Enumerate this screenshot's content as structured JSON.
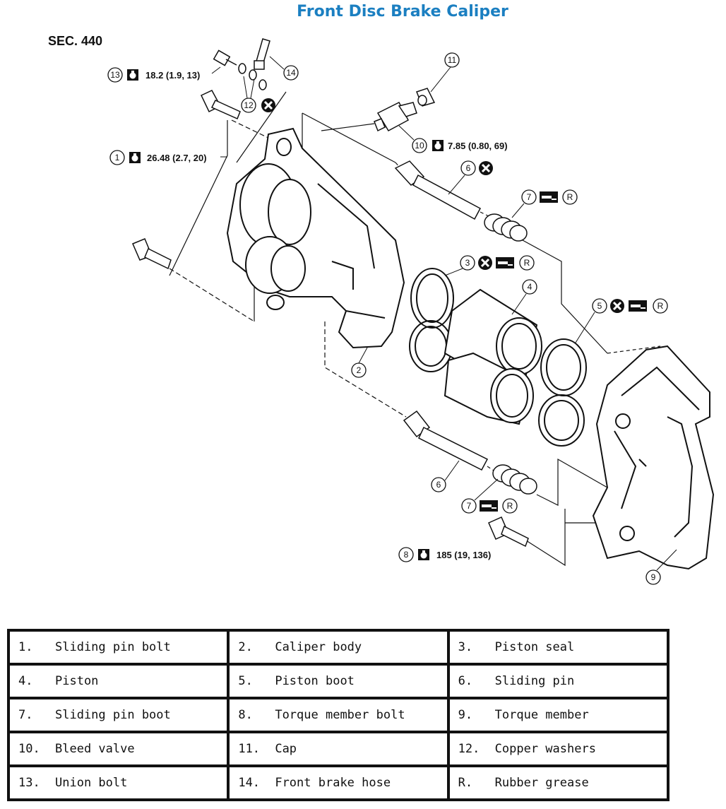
{
  "title": "Front Disc Brake Caliper",
  "section": "SEC. 440",
  "callouts": {
    "c13": {
      "num": "13",
      "torque": "18.2 (1.9, 13)"
    },
    "c14": {
      "num": "14"
    },
    "c12": {
      "num": "12"
    },
    "c11": {
      "num": "11"
    },
    "c10": {
      "num": "10",
      "torque": "7.85 (0.80, 69)"
    },
    "c1": {
      "num": "1",
      "torque": "26.48 (2.7, 20)"
    },
    "c6a": {
      "num": "6"
    },
    "c7a": {
      "num": "7",
      "r": "R"
    },
    "c3": {
      "num": "3",
      "r": "R"
    },
    "c4": {
      "num": "4"
    },
    "c5": {
      "num": "5",
      "r": "R"
    },
    "c2": {
      "num": "2"
    },
    "c6b": {
      "num": "6"
    },
    "c7b": {
      "num": "7",
      "r": "R"
    },
    "c8": {
      "num": "8",
      "torque": "185 (19, 136)"
    },
    "c9": {
      "num": "9"
    }
  },
  "legend": [
    [
      {
        "n": "1.",
        "t": "Sliding pin bolt"
      },
      {
        "n": "2.",
        "t": "Caliper body"
      },
      {
        "n": "3.",
        "t": "Piston seal"
      }
    ],
    [
      {
        "n": "4.",
        "t": "Piston"
      },
      {
        "n": "5.",
        "t": "Piston boot"
      },
      {
        "n": "6.",
        "t": "Sliding pin"
      }
    ],
    [
      {
        "n": "7.",
        "t": "Sliding pin boot"
      },
      {
        "n": "8.",
        "t": "Torque member bolt"
      },
      {
        "n": "9.",
        "t": "Torque member"
      }
    ],
    [
      {
        "n": "10.",
        "t": "Bleed valve"
      },
      {
        "n": "11.",
        "t": "Cap"
      },
      {
        "n": "12.",
        "t": "Copper washers"
      }
    ],
    [
      {
        "n": "13.",
        "t": "Union bolt"
      },
      {
        "n": "14.",
        "t": "Front brake hose"
      },
      {
        "n": "R.",
        "t": "Rubber grease"
      }
    ]
  ]
}
